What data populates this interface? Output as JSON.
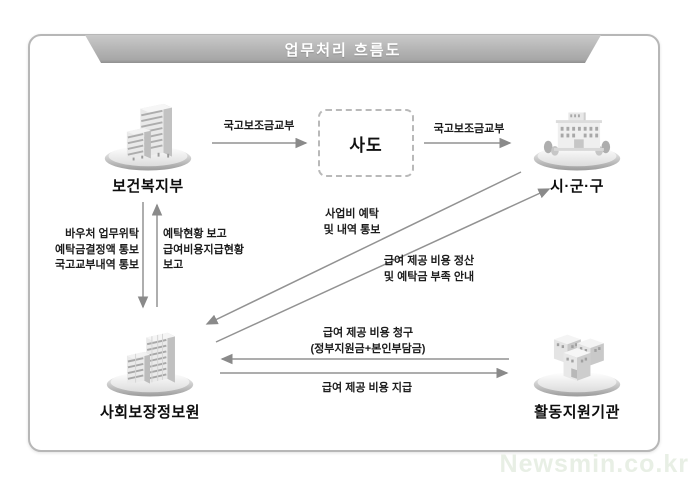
{
  "banner": {
    "title": "업무처리 흐름도"
  },
  "nodes": {
    "mohw": {
      "label": "보건복지부"
    },
    "sado": {
      "label": "사도"
    },
    "sigungu": {
      "label": "시·군·구"
    },
    "ssis": {
      "label": "사회보장정보원"
    },
    "agency": {
      "label": "활동지원기관"
    }
  },
  "flows": {
    "grant_to_sado": {
      "label": "국고보조금교부"
    },
    "grant_to_sigungu": {
      "label": "국고보조금교부"
    },
    "mohw_to_ssis": {
      "lines": [
        "바우처 업무위탁",
        "예탁금결정액 통보",
        "국고교부내역 통보"
      ]
    },
    "ssis_to_mohw": {
      "lines": [
        "예탁현황 보고",
        "급여비용지급현황",
        "보고"
      ]
    },
    "sigungu_to_ssis": {
      "lines": [
        "사업비 예탁",
        "및 내역 통보"
      ]
    },
    "ssis_to_sigungu": {
      "lines": [
        "급여 제공 비용 정산",
        "및 예탁금 부족 안내"
      ]
    },
    "agency_to_ssis": {
      "lines": [
        "급여 제공 비용 청구",
        "(정부지원금+본인부담금)"
      ]
    },
    "ssis_to_agency": {
      "lines": [
        "급여 제공 비용 지급"
      ]
    }
  },
  "watermark": {
    "text": "Newsmin.co.kr"
  },
  "colors": {
    "banner_fill": "#b3b3b3",
    "frame_border": "#b7b7b7",
    "arrow_line": "#929292",
    "label_text": "#1c1c1c",
    "watermark_text": "#e8efe5"
  }
}
